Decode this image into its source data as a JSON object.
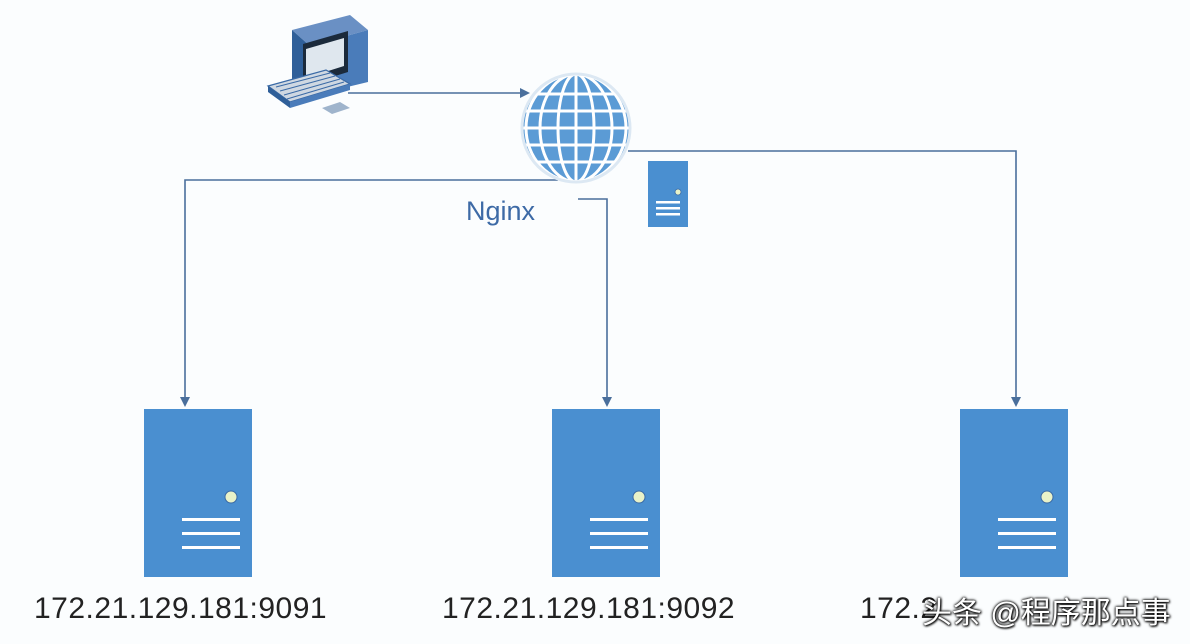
{
  "nodes": {
    "client": {
      "icon": "desktop-computer-icon"
    },
    "proxy": {
      "label": "Nginx",
      "icon": "globe-icon",
      "server_icon": "server-icon"
    },
    "servers": [
      {
        "label": "172.21.129.181:9091",
        "icon": "server-icon"
      },
      {
        "label": "172.21.129.181:9092",
        "icon": "server-icon"
      },
      {
        "label": "172.2",
        "icon": "server-icon"
      }
    ]
  },
  "watermark": "头条 @程序那点事",
  "colors": {
    "server_fill": "#4a8fd0",
    "connector": "#4a6f9c",
    "globe": "#5b9bd5",
    "text": "#222222",
    "nginx_text": "#3d6aa6"
  }
}
